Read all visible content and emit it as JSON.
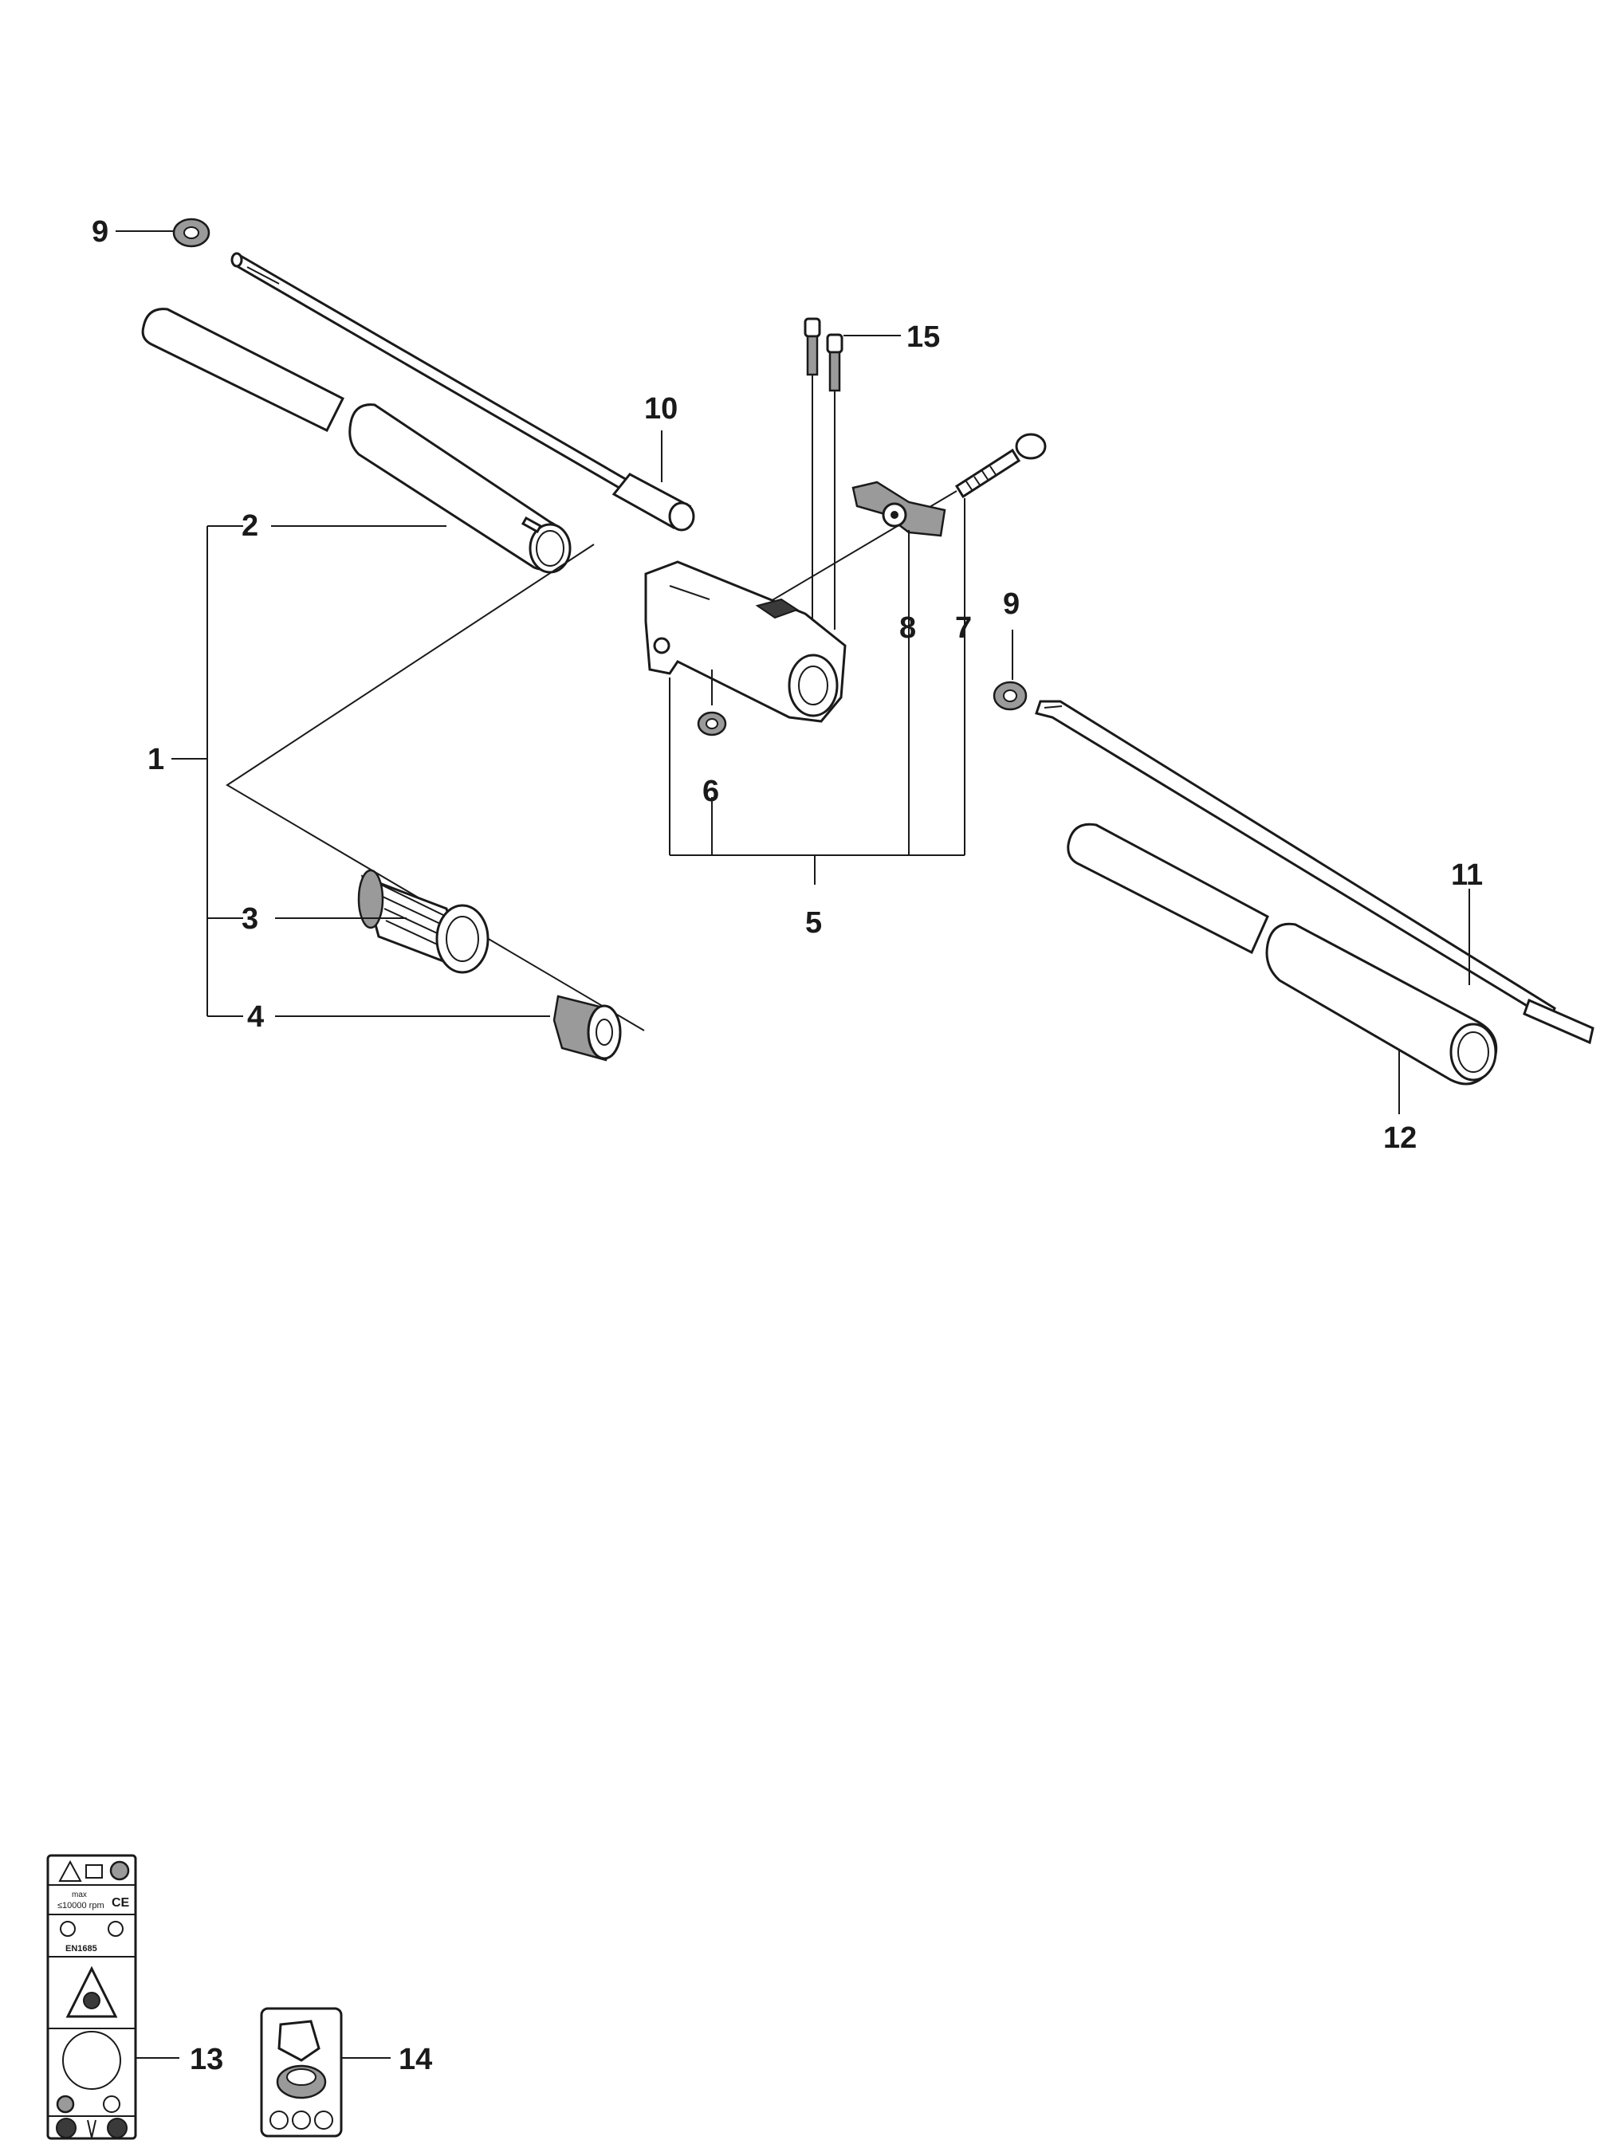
{
  "callouts": {
    "c1": "1",
    "c2": "2",
    "c3": "3",
    "c4": "4",
    "c5": "5",
    "c6": "6",
    "c7": "7",
    "c8": "8",
    "c9a": "9",
    "c9b": "9",
    "c10": "10",
    "c11": "11",
    "c12": "12",
    "c13": "13",
    "c14": "14",
    "c15": "15"
  },
  "decal13": {
    "max_text": "max",
    "rpm_text": "≤10000 rpm",
    "ce_text": "CE",
    "standard_text": "EN1685"
  }
}
